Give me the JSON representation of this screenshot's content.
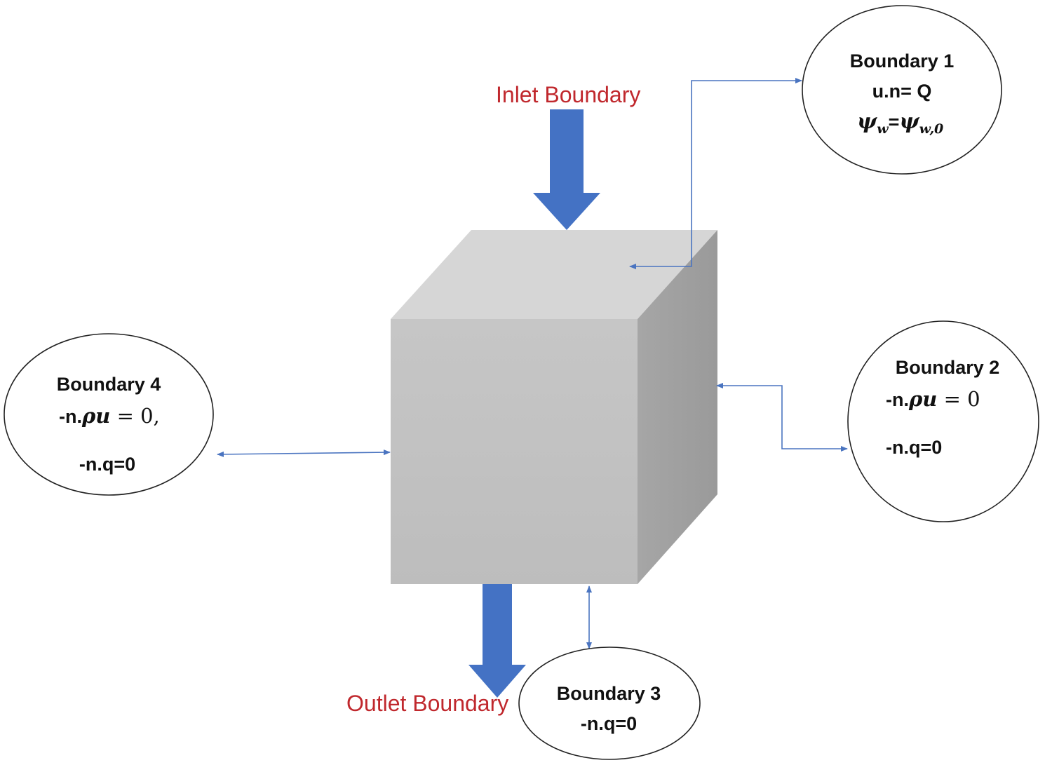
{
  "colors": {
    "arrow_fill": "#4472c4",
    "connector": "#4a74c0",
    "label_red": "#c0282d",
    "cube_front": "#c3c3c3",
    "cube_top": "#d6d6d6",
    "cube_side": "#a3a3a3"
  },
  "labels": {
    "inlet": "Inlet Boundary",
    "outlet": "Outlet Boundary"
  },
  "boundary1": {
    "title": "Boundary 1",
    "cond1": "u.n= Q",
    "psi": "ψ",
    "sub_w": "w",
    "eq": "=",
    "sub_w0": "w,0"
  },
  "boundary2": {
    "title": "Boundary 2",
    "cond1_prefix": "-n.",
    "cond1_math": "ρu",
    "cond1_rest": " = 0",
    "cond2": "-n.q=0"
  },
  "boundary3": {
    "title": "Boundary 3",
    "cond1": "-n.q=0"
  },
  "boundary4": {
    "title": "Boundary 4",
    "cond1_prefix": "-n.",
    "cond1_math": "ρu",
    "cond1_rest": " = 0,",
    "cond2": "-n.q=0"
  }
}
